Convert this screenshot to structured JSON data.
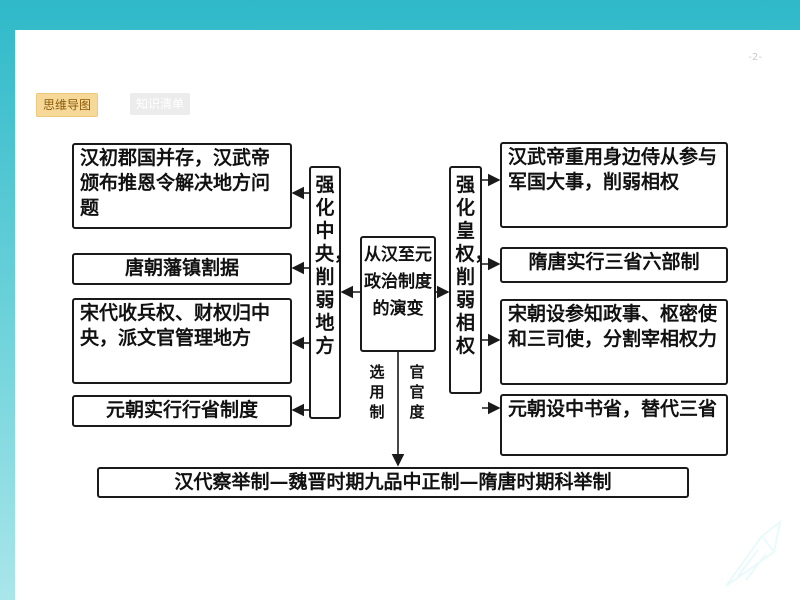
{
  "page_number": "-2-",
  "tabs": [
    {
      "label": "思维导图",
      "active": true
    },
    {
      "label": "知识清单",
      "active": false
    }
  ],
  "diagram": {
    "center": "从汉至元政治制度的演变",
    "left_hub": "强化中央，削弱地方",
    "right_hub": "强化皇权，削弱相权",
    "left_items": [
      "汉初郡国并存，汉武帝颁布推恩令解决地方问题",
      "唐朝藩镇割据",
      "宋代收兵权、财权归中央，派文官管理地方",
      "元朝实行行省制度"
    ],
    "right_items": [
      "汉武帝重用身边侍从参与军国大事，削弱相权",
      "隋唐实行三省六部制",
      "宋朝设参知政事、枢密使和三司使，分割宰相权力",
      "元朝设中书省，替代三省"
    ],
    "down_label_left": "选用制",
    "down_label_right": "官官度",
    "bottom": "汉代察举制—魏晋时期九品中正制—隋唐时期科举制"
  },
  "colors": {
    "background_top": "#2fb9c9",
    "tab_active": "#f6d998",
    "line": "#1a1a1a"
  },
  "icons": {
    "corner_logo": "paper-plane-arrow-icon"
  }
}
